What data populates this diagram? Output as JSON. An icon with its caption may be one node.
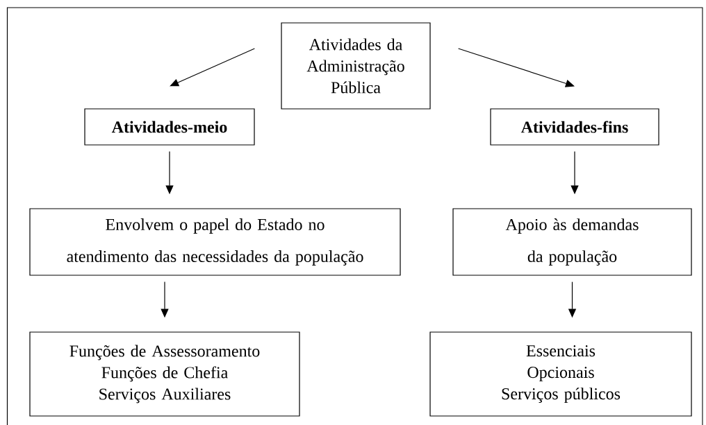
{
  "diagram": {
    "nodes": [
      {
        "text": [
          "Atividades da Administração Pública"
        ]
      },
      {
        "text": [
          "Atividades-meio"
        ]
      },
      {
        "text": [
          "Atividades-fins"
        ]
      },
      {
        "text": [
          "Envolvem o papel do Estado no atendimento das necessidades da população"
        ]
      },
      {
        "text": [
          "Apoio às demandas da população"
        ]
      },
      {
        "text": [
          "Funções de Assessoramento",
          "Funções de Chefia",
          "Serviços Auxiliares"
        ]
      },
      {
        "text": [
          "Essenciais",
          "Opcionais",
          "Serviços públicos"
        ]
      }
    ],
    "edges": [
      {
        "from": 0,
        "to": 1,
        "arrow": "to"
      },
      {
        "from": 0,
        "to": 2,
        "arrow": "to"
      },
      {
        "from": 1,
        "to": 3,
        "arrow": "to"
      },
      {
        "from": 2,
        "to": 4,
        "arrow": "to"
      },
      {
        "from": 3,
        "to": 5,
        "arrow": "to"
      },
      {
        "from": 4,
        "to": 6,
        "arrow": "to"
      }
    ]
  }
}
